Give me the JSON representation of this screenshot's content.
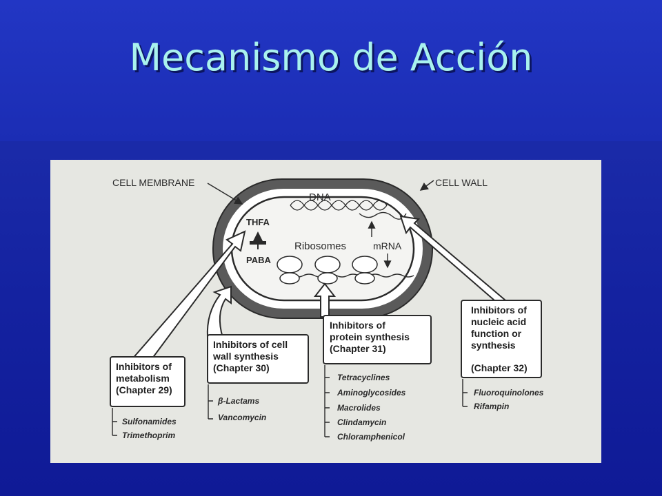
{
  "slide": {
    "title": "Mecanismo de Acción"
  },
  "diagram": {
    "labels": {
      "cell_membrane": "CELL MEMBRANE",
      "cell_wall": "CELL WALL",
      "dna": "DNA",
      "thfa": "THFA",
      "paba": "PABA",
      "ribosomes": "Ribosomes",
      "mrna": "mRNA"
    },
    "groups": [
      {
        "title_lines": [
          "Inhibitors of",
          "metabolism",
          "(Chapter 29)"
        ],
        "drugs": [
          "Sulfonamides",
          "Trimethoprim"
        ]
      },
      {
        "title_lines": [
          "Inhibitors of cell",
          "wall synthesis",
          "(Chapter 30)"
        ],
        "drugs": [
          "β-Lactams",
          "Vancomycin"
        ]
      },
      {
        "title_lines": [
          "Inhibitors of",
          "protein synthesis",
          "(Chapter 31)"
        ],
        "drugs": [
          "Tetracyclines",
          "Aminoglycosides",
          "Macrolides",
          "Clindamycin",
          "Chloramphenicol"
        ]
      },
      {
        "title_lines": [
          "Inhibitors of",
          "nucleic acid",
          "function or",
          "synthesis",
          "(Chapter 32)"
        ],
        "drugs": [
          "Fluoroquinolones",
          "Rifampin"
        ]
      }
    ]
  }
}
